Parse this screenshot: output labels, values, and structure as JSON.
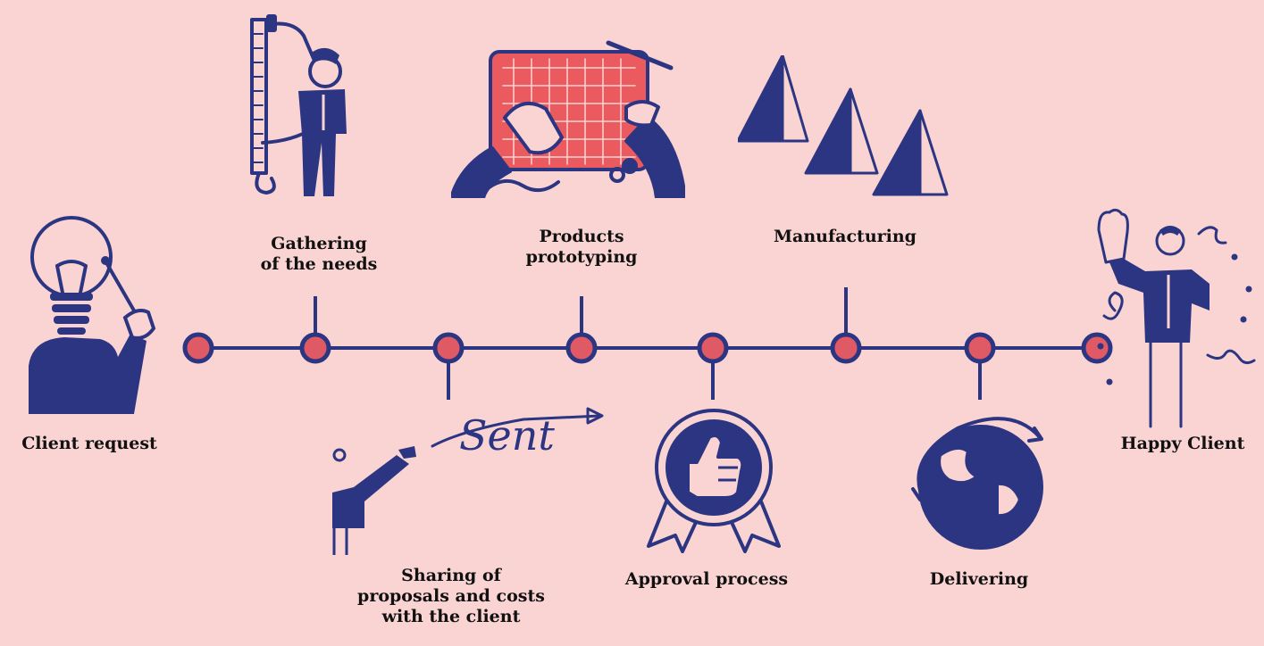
{
  "colors": {
    "background": "#f9d4d2",
    "navy": "#2c3582",
    "node_fill": "#e05a66",
    "text": "#111111"
  },
  "steps": [
    {
      "label": "Client request",
      "icon": "lightbulb-person-icon"
    },
    {
      "label": "Gathering\nof the needs",
      "icon": "measuring-tape-person-icon"
    },
    {
      "label": "Sharing of\nproposals and costs\nwith the client",
      "icon": "sent-message-person-icon"
    },
    {
      "label": "Products\nprototyping",
      "icon": "prototyping-hands-icon"
    },
    {
      "label": "Approval process",
      "icon": "thumbs-up-badge-icon"
    },
    {
      "label": "Manufacturing",
      "icon": "pyramids-icon"
    },
    {
      "label": "Delivering",
      "icon": "globe-icon"
    },
    {
      "label": "Happy Client",
      "icon": "happy-person-icon"
    }
  ],
  "illustration_texts": {
    "sent": "Sent"
  }
}
